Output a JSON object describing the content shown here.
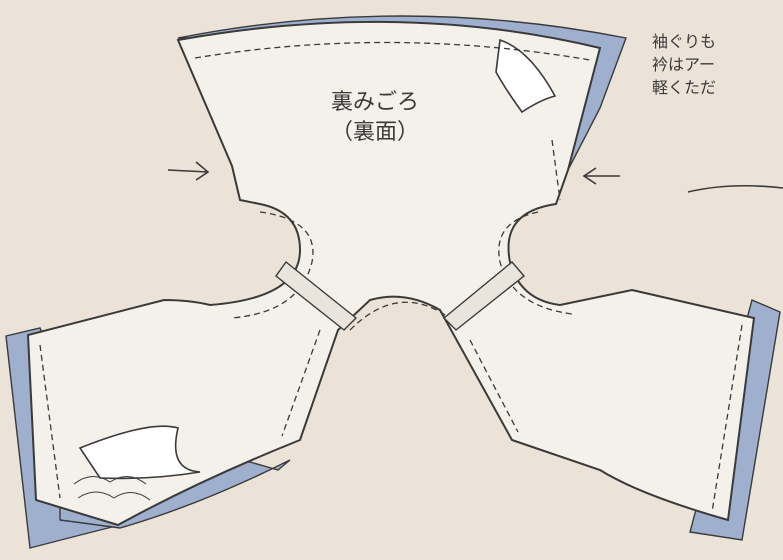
{
  "diagram": {
    "piece_label_line1": "裏みごろ",
    "piece_label_line2": "（裏面）",
    "note_line1": "袖ぐりも",
    "note_line2": "衿はアー",
    "note_line3": "軽くただ",
    "colors": {
      "background": "#ece3d8",
      "fabric_face": "#f4f0ea",
      "lining_blue": "#9fb0cf",
      "outline": "#3a3a3a"
    }
  }
}
